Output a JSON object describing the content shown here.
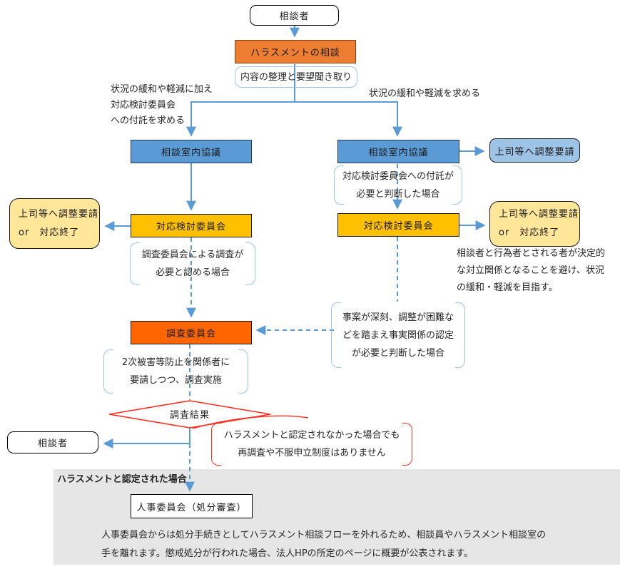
{
  "diagram": {
    "top": {
      "consultant": "相談者",
      "harassment_consult": "ハラスメントの相談",
      "intake": "内容の整理と要望聞き取り",
      "branch_left": [
        "状況の緩和や軽減に加え",
        "対応検討委員会",
        "への付託を求める"
      ],
      "branch_right": "状況の緩和や軽減を求める"
    },
    "left": {
      "room_meeting": "相談室内協議",
      "response_committee": "対応検討委員会",
      "escalate_line1": "上司等へ調整要請",
      "escalate_line2": "or　対応終了",
      "investigation_needed": [
        "調査委員会による調査が",
        "必要と認める場合"
      ],
      "investigation_committee": "調査委員会",
      "secondary_prevention": [
        "2次被害等防止を関係者に",
        "要請しつつ、調査実施"
      ],
      "result_diamond": "調査結果",
      "consultant": "相談者"
    },
    "right": {
      "room_meeting": "相談室内協議",
      "escalate": "上司等へ調整要請",
      "referral_needed": [
        "対応検討委員会への付託が",
        "必要と判断した場合"
      ],
      "response_committee": "対応検討委員会",
      "escalate_line1": "上司等へ調整要請",
      "escalate_line2": "or　対応終了",
      "goal_note": [
        "相談者と行為者とされる者が決定的",
        "な対立関係となることを避け、状況",
        "の緩和・軽減を目指す。"
      ],
      "serious_case": [
        "事案が深刻、調整が困難な",
        "どを踏まえ事実関係の認定",
        "が必要と判断した場合"
      ]
    },
    "not_recognized": [
      "ハラスメントと認定されなかった場合でも",
      "再調査や不服申立制度はありません"
    ],
    "recognized": {
      "title": "ハラスメントと認定された場合",
      "hr_committee": "人事委員会（処分審査）",
      "body": [
        "人事委員会からは処分手続きとしてハラスメント相談フローを外れるため、相談員やハラスメント相談室の",
        "手を離れます。懲戒処分が行われた場合、法人HPの所定のページに概要が公表されます。"
      ]
    },
    "colors": {
      "accent_blue": "#5B9BD5",
      "box_light_blue": "#9DC3E6",
      "box_orange": "#ED7D31",
      "box_orange_red": "#FF6600",
      "box_gold": "#FFC000",
      "box_light_yellow": "#FFE699",
      "alert_red": "#FF2D21",
      "panel_gray": "#E7E6E6"
    }
  }
}
